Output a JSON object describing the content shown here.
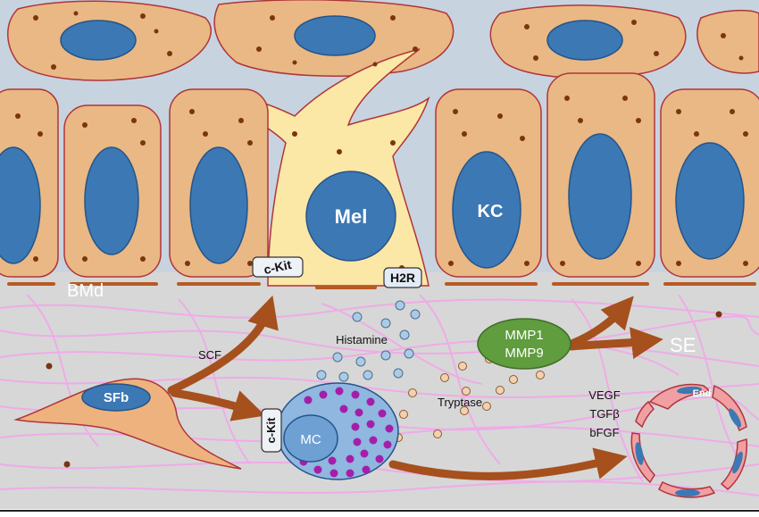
{
  "labels": {
    "mel": "Mel",
    "kc": "KC",
    "bmd": "BMd",
    "ckit_top": "c-Kit",
    "h2r": "H2R",
    "histamine": "Histamine",
    "scf": "SCF",
    "sfb": "SFb",
    "ckit_mc": "c-Kit",
    "mc": "MC",
    "tryptase": "Tryptase",
    "mmp1": "MMP1",
    "mmp9": "MMP9",
    "se": "SE",
    "vegf": "VEGF",
    "tgfb": "TGFβ",
    "bfgf": "bFGF",
    "end": "End"
  },
  "colors": {
    "background": "#c8d3e0",
    "keratinocyte": "#e9b884",
    "keratinocyte_border": "#b0353a",
    "nucleus": "#3c78b4",
    "nucleus_border": "#24548a",
    "melanocyte": "#fbe7a6",
    "granule": "#7a3510",
    "dermis": "#d7d7d7",
    "fiber": "#f2a7ea",
    "arrow": "#a5501d",
    "mast_cell": "#8fb7df",
    "mc_granule": "#a51ea8",
    "histamine_dot": "#a9cbe8",
    "tryptase_dot": "#f3d1ae",
    "mmp": "#5f9d3e",
    "vessel": "#f0a0a3"
  }
}
